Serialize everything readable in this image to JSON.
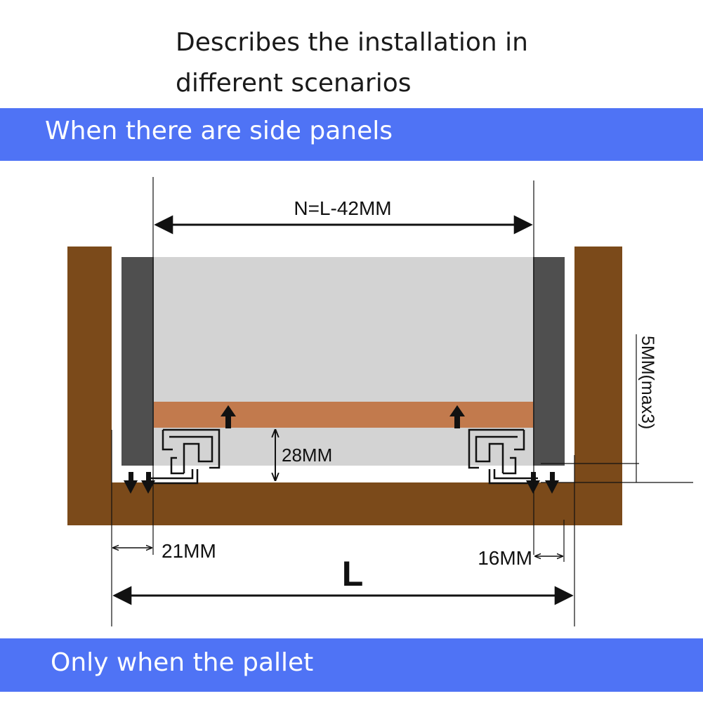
{
  "heading": {
    "line1": "Describes the installation in",
    "line2": "different scenarios"
  },
  "sections": {
    "side_panels": "When there are side panels",
    "pallet_only": "Only when the pallet"
  },
  "dimensions": {
    "inner_width": "N=L-42MM",
    "height": "28MM",
    "side_gap": "5MM(max3)",
    "left_offset": "21MM",
    "right_offset": "16MM",
    "overall_width": "L"
  },
  "colors": {
    "band": "#4f73f5",
    "cabinet_wood": "#7b4a1a",
    "side_panel": "#4f4f4f",
    "drawer_box": "#d3d3d3",
    "drawer_bottom": "#c27a4d"
  }
}
